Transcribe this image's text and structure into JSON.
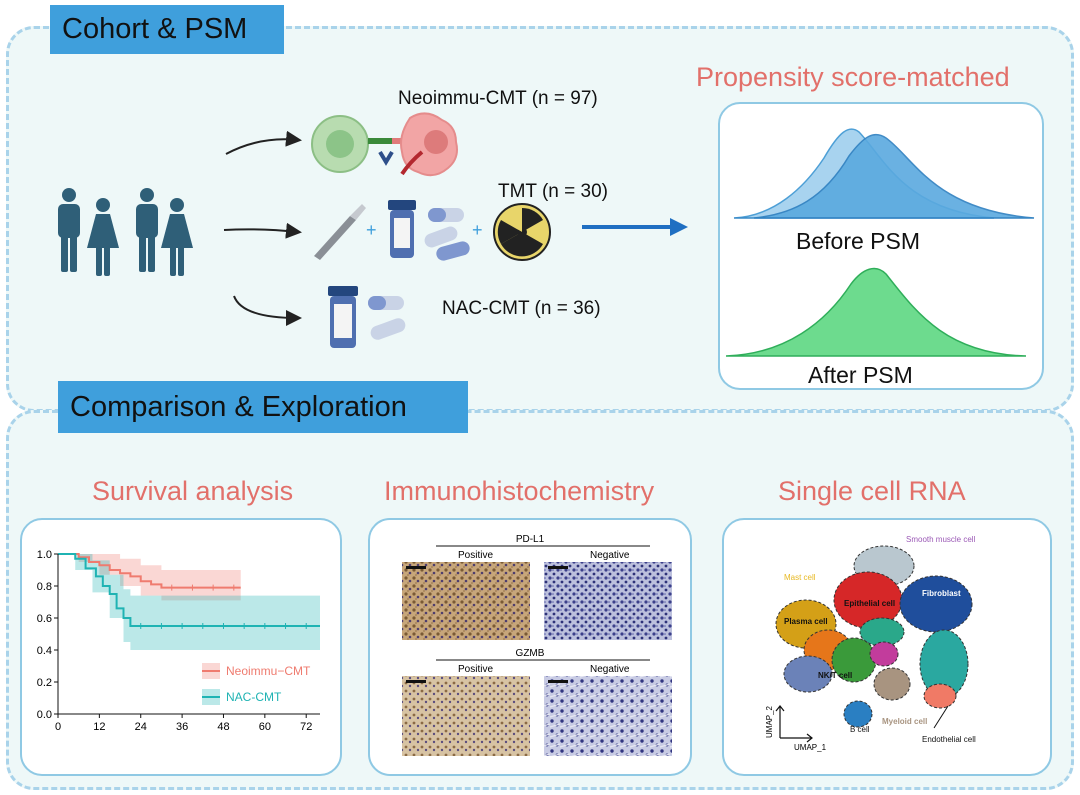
{
  "cohort": {
    "header": "Cohort & PSM",
    "groups": [
      {
        "label": "Neoimmu-CMT (n = 97)"
      },
      {
        "label": "TMT (n = 30)"
      },
      {
        "label": "NAC-CMT (n = 36)"
      }
    ],
    "psm": {
      "title": "Propensity score-matched",
      "before": "Before PSM",
      "after": "After PSM"
    },
    "colors": {
      "header": "#3f9fdc",
      "accent": "#e2706a",
      "arrow": "#1f6fc2",
      "people": "#2f5f78"
    }
  },
  "comparison": {
    "header": "Comparison & Exploration",
    "survival": {
      "title": "Survival analysis"
    },
    "ihc": {
      "title": "Immunohistochemistry",
      "markers": [
        {
          "name": "PD-L1",
          "positive": "Positive",
          "negative": "Negative"
        },
        {
          "name": "GZMB",
          "positive": "Positive",
          "negative": "Negative"
        }
      ]
    },
    "scrna": {
      "title": "Single cell RNA",
      "axis_x": "UMAP_1",
      "axis_y": "UMAP_2",
      "labels": {
        "smooth": "Smooth muscle cell",
        "mast": "Mast cell",
        "epithelial": "Epithelial cell",
        "fibroblast": "Fibroblast",
        "plasma": "Plasma cell",
        "nkt": "NK/T cell",
        "myeloid": "Myeloid cell",
        "bcell": "B cell",
        "endothelial": "Endothelial cell"
      }
    }
  },
  "chart_data": {
    "type": "line",
    "title": "",
    "xlabel": "",
    "ylabel": "",
    "xlim": [
      0,
      76
    ],
    "ylim": [
      0,
      1.0
    ],
    "xticks": [
      0,
      12,
      24,
      36,
      48,
      60,
      72
    ],
    "yticks": [
      "0.0",
      "0.2",
      "0.4",
      "0.6",
      "0.8",
      "1.0"
    ],
    "legend_position": "bottom-right",
    "series": [
      {
        "name": "Neoimmu−CMT",
        "color": "#ef7b6f",
        "steps": [
          [
            0,
            1.0
          ],
          [
            6,
            0.98
          ],
          [
            9,
            0.95
          ],
          [
            12,
            0.93
          ],
          [
            15,
            0.9
          ],
          [
            18,
            0.88
          ],
          [
            21,
            0.86
          ],
          [
            24,
            0.83
          ],
          [
            27,
            0.81
          ],
          [
            30,
            0.79
          ],
          [
            53,
            0.79
          ]
        ],
        "ci_upper": [
          [
            0,
            1.0
          ],
          [
            6,
            1.0
          ],
          [
            12,
            1.0
          ],
          [
            18,
            0.97
          ],
          [
            24,
            0.93
          ],
          [
            30,
            0.9
          ],
          [
            53,
            0.9
          ]
        ],
        "ci_lower": [
          [
            0,
            1.0
          ],
          [
            6,
            0.95
          ],
          [
            12,
            0.87
          ],
          [
            18,
            0.8
          ],
          [
            24,
            0.74
          ],
          [
            30,
            0.71
          ],
          [
            53,
            0.71
          ]
        ]
      },
      {
        "name": "NAC-CMT",
        "color": "#1fb3b3",
        "steps": [
          [
            0,
            1.0
          ],
          [
            5,
            0.97
          ],
          [
            8,
            0.91
          ],
          [
            11,
            0.86
          ],
          [
            13,
            0.8
          ],
          [
            15,
            0.75
          ],
          [
            17,
            0.66
          ],
          [
            19,
            0.6
          ],
          [
            21,
            0.55
          ],
          [
            76,
            0.55
          ]
        ],
        "ci_upper": [
          [
            0,
            1.0
          ],
          [
            5,
            1.0
          ],
          [
            10,
            0.96
          ],
          [
            15,
            0.87
          ],
          [
            19,
            0.78
          ],
          [
            21,
            0.74
          ],
          [
            76,
            0.74
          ]
        ],
        "ci_lower": [
          [
            0,
            1.0
          ],
          [
            5,
            0.9
          ],
          [
            10,
            0.76
          ],
          [
            15,
            0.6
          ],
          [
            19,
            0.45
          ],
          [
            21,
            0.4
          ],
          [
            76,
            0.4
          ]
        ]
      }
    ]
  }
}
